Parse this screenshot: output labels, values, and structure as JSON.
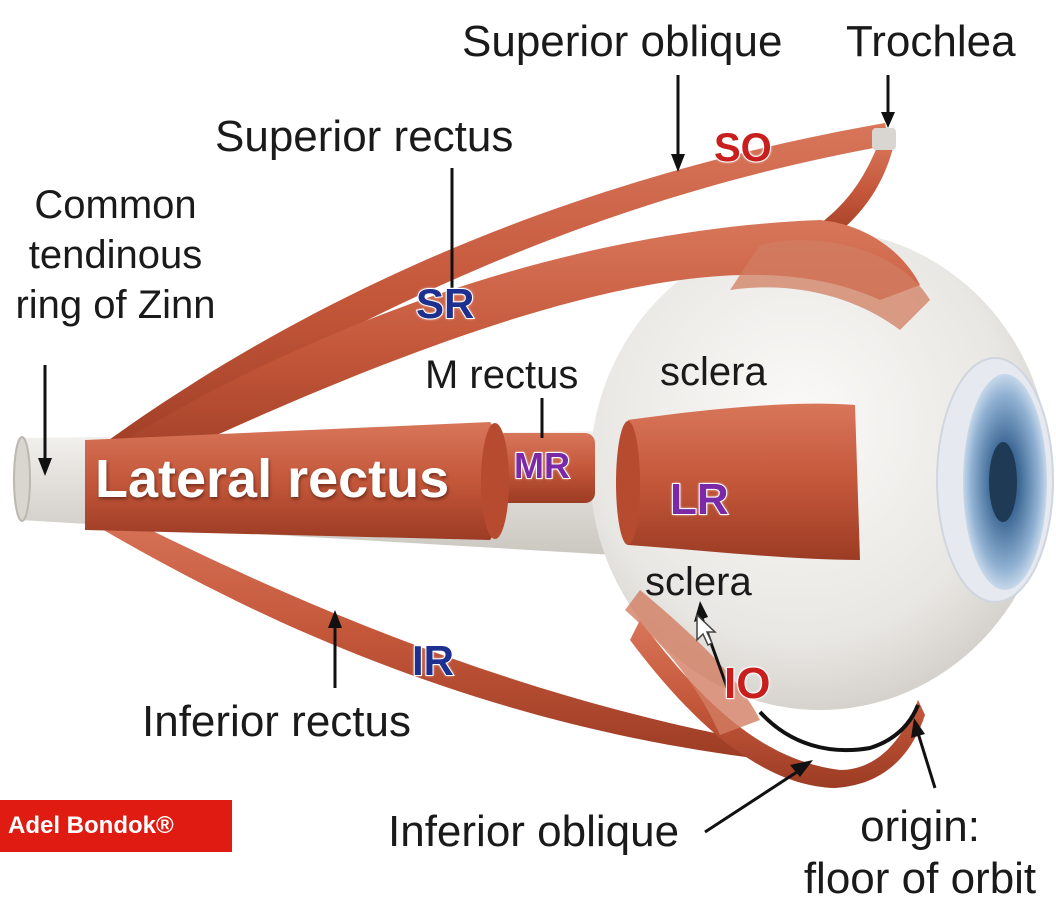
{
  "labels": {
    "superior_oblique": "Superior oblique",
    "trochlea": "Trochlea",
    "superior_rectus": "Superior rectus",
    "common_ring": [
      "Common",
      "tendinous",
      "ring of Zinn"
    ],
    "m_rectus": "M rectus",
    "sclera_top": "sclera",
    "sclera_bottom": "sclera",
    "lateral_rectus": "Lateral rectus",
    "inferior_rectus": "Inferior rectus",
    "inferior_oblique": "Inferior oblique",
    "origin": [
      "origin:",
      "floor of orbit"
    ]
  },
  "abbreviations": {
    "so": "SO",
    "sr": "SR",
    "mr": "MR",
    "lr": "LR",
    "ir": "IR",
    "io": "IO"
  },
  "watermark": "Adel Bondok®",
  "colors": {
    "muscle": "#c4573a",
    "muscle_dark": "#9c3c24",
    "sclera": "#ecebe8",
    "iris": "#5f86b3",
    "pupil": "#1f3a55",
    "badge": "#e01b12"
  }
}
